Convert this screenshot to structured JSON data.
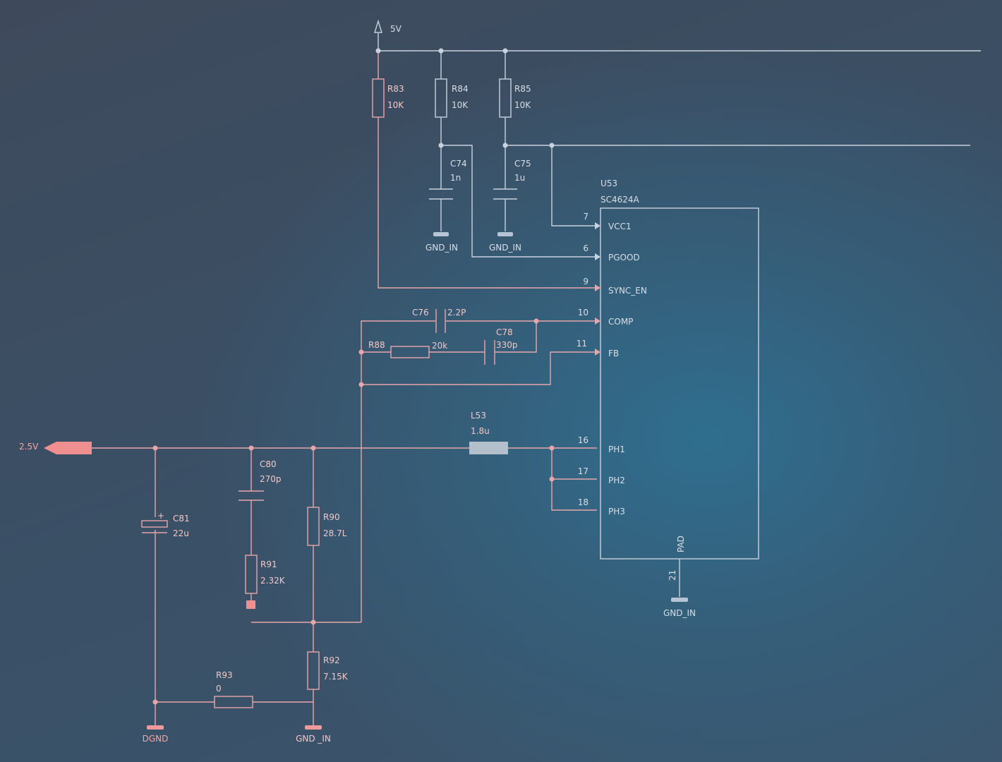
{
  "power": {
    "label": "5V"
  },
  "port": {
    "label": "2.5V"
  },
  "components": {
    "R83": {
      "ref": "R83",
      "value": "10K"
    },
    "R84": {
      "ref": "R84",
      "value": "10K"
    },
    "R85": {
      "ref": "R85",
      "value": "10K"
    },
    "C74": {
      "ref": "C74",
      "value": "1n"
    },
    "C75": {
      "ref": "C75",
      "value": "1u"
    },
    "C76": {
      "ref": "C76",
      "value": "2.2P"
    },
    "C78": {
      "ref": "C78",
      "value": "330p"
    },
    "R88": {
      "ref": "R88",
      "value": "20k"
    },
    "L53": {
      "ref": "L53",
      "value": "1.8u"
    },
    "C80": {
      "ref": "C80",
      "value": "270p"
    },
    "C81": {
      "ref": "C81",
      "value": "22u"
    },
    "R91": {
      "ref": "R91",
      "value": "2.32K"
    },
    "R90": {
      "ref": "R90",
      "value": "28.7L"
    },
    "R92": {
      "ref": "R92",
      "value": "7.15K"
    },
    "R93": {
      "ref": "R93",
      "value": "0"
    }
  },
  "ic": {
    "ref": "U53",
    "part": "SC4624A",
    "pins": [
      {
        "num": "7",
        "name": "VCC1"
      },
      {
        "num": "6",
        "name": "PGOOD"
      },
      {
        "num": "9",
        "name": "SYNC_EN"
      },
      {
        "num": "10",
        "name": "COMP"
      },
      {
        "num": "11",
        "name": "FB"
      },
      {
        "num": "16",
        "name": "PH1"
      },
      {
        "num": "17",
        "name": "PH2"
      },
      {
        "num": "18",
        "name": "PH3"
      }
    ],
    "pad": {
      "name": "PAD",
      "num": "21"
    }
  },
  "grounds": {
    "c74": "GND_IN",
    "c75": "GND_IN",
    "ic": "GND_IN",
    "dgnd": "DGND",
    "r92": "GND _IN"
  },
  "colors": {
    "wire_pink": "#e8a6aa",
    "wire_light": "#c9d2df",
    "ground_pink": "#ee9a9a",
    "ground_light": "#b7c4d6",
    "port_fill": "#ef8f8f"
  }
}
